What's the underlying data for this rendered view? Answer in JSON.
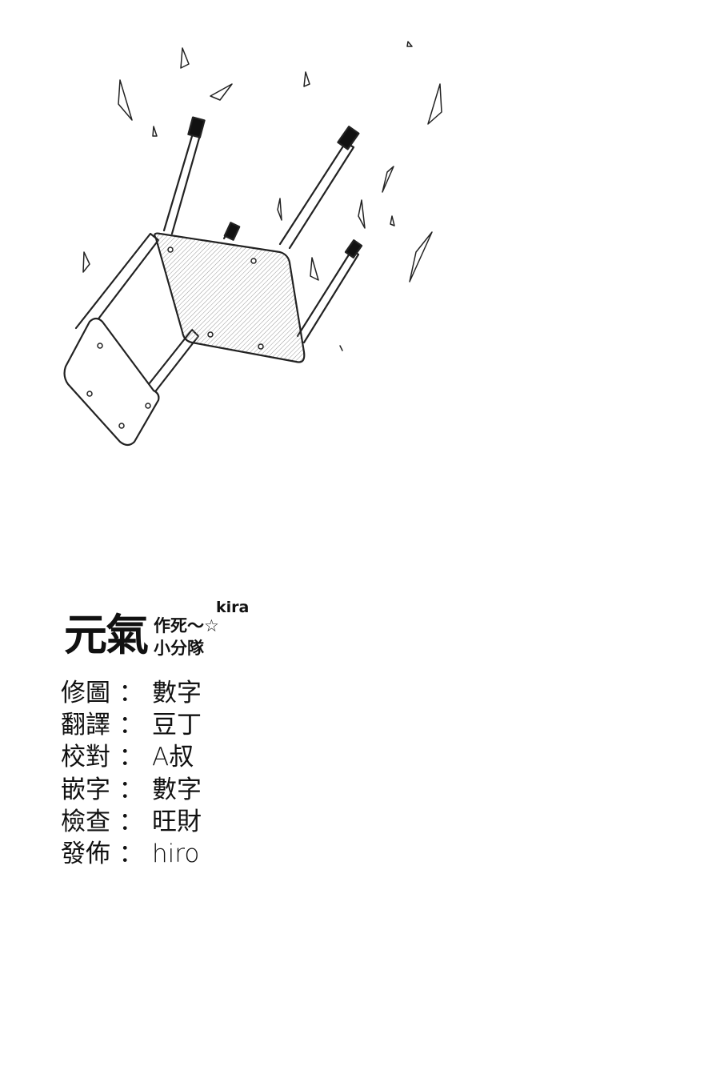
{
  "logo": {
    "main": "元氣",
    "line1": "作死～☆",
    "line2": "小分隊",
    "kira": "kira"
  },
  "credits": [
    {
      "role": "修圖",
      "name": "數字"
    },
    {
      "role": "翻譯",
      "name": "豆丁"
    },
    {
      "role": "校對",
      "name": "A叔"
    },
    {
      "role": "嵌字",
      "name": "數字"
    },
    {
      "role": "檢查",
      "name": "旺財"
    },
    {
      "role": "發佈",
      "name": "hiro"
    }
  ],
  "separator": "："
}
